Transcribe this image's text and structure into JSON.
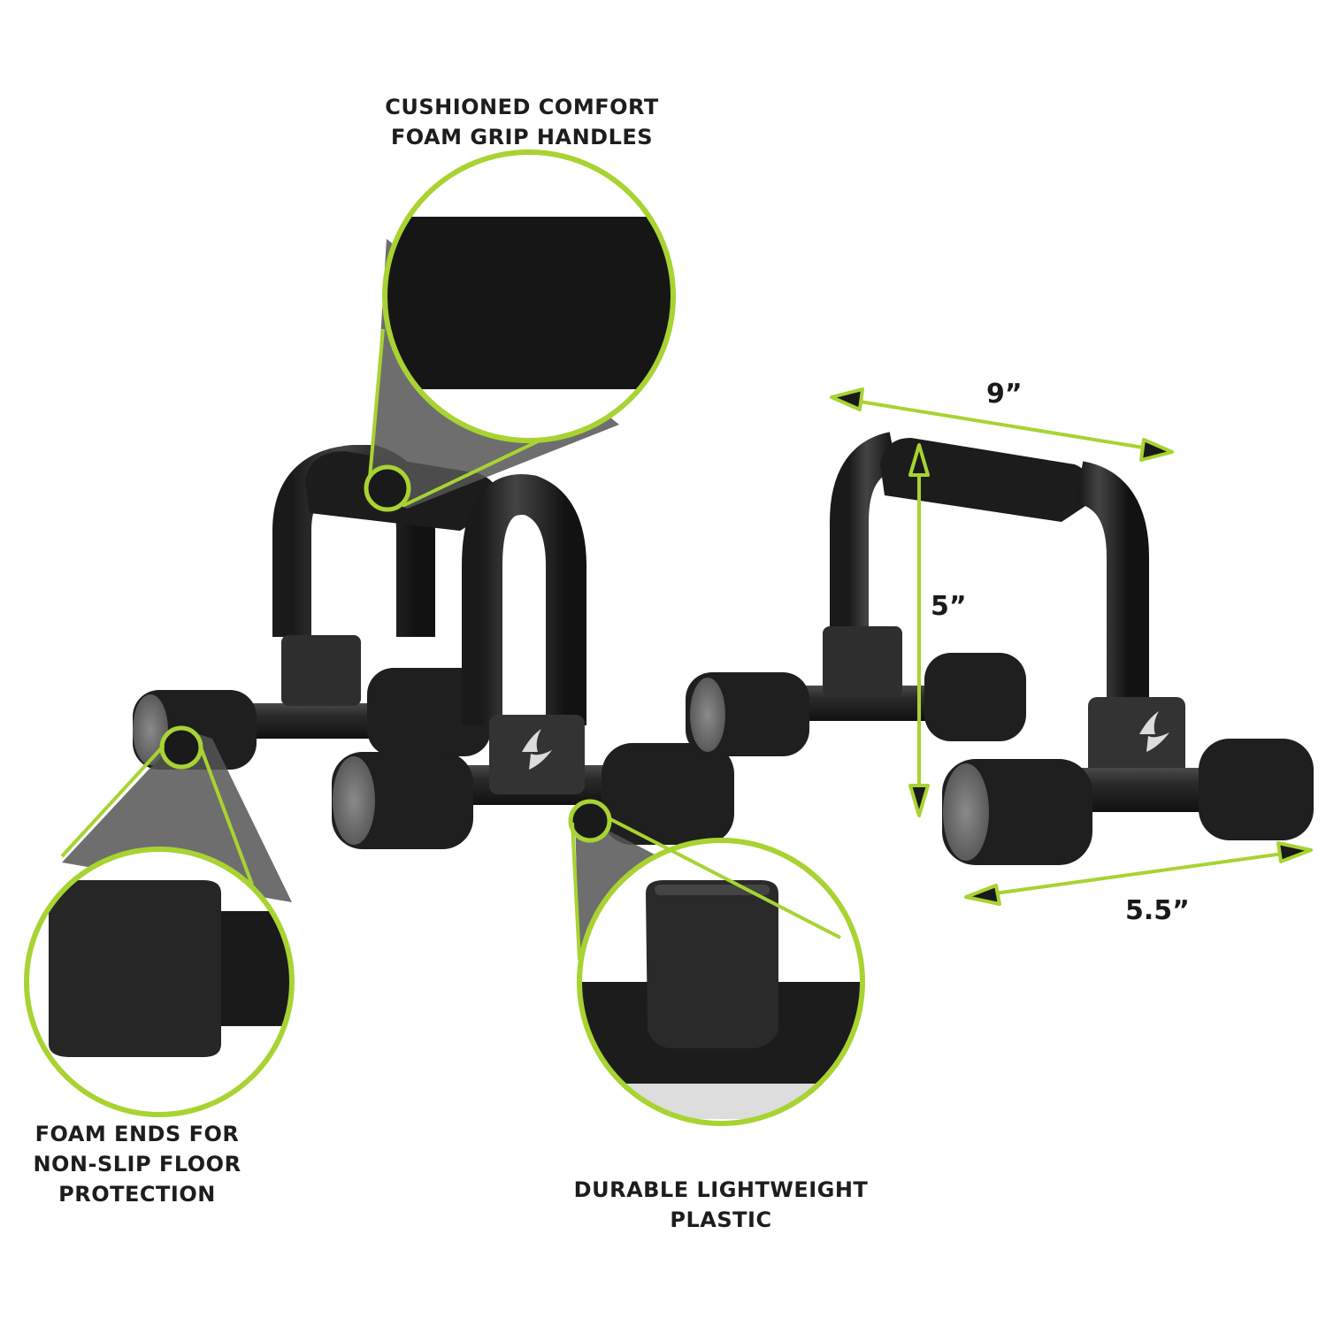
{
  "callouts": [
    {
      "id": "grip",
      "lines": [
        "CUSHIONED COMFORT",
        "FOAM GRIP HANDLES"
      ]
    },
    {
      "id": "ends",
      "lines": [
        "FOAM ENDS FOR",
        "NON-SLIP FLOOR",
        "PROTECTION"
      ]
    },
    {
      "id": "plastic",
      "lines": [
        "DURABLE LIGHTWEIGHT",
        "PLASTIC"
      ]
    }
  ],
  "dimensions": {
    "width": "9”",
    "height": "5”",
    "depth": "5.5”"
  },
  "colors": {
    "accent": "#a8d332",
    "foam": "#1c1c1c",
    "plastic": "#2b2b2b",
    "text": "#1d1d1d",
    "background": "#ffffff"
  },
  "logo": "brand-swoosh-logo"
}
